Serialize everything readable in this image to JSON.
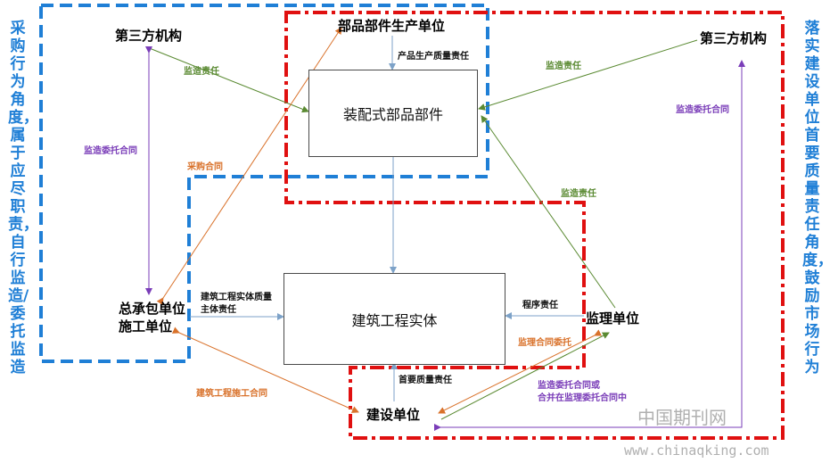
{
  "side_left": "采购行为角度，属于应尽职责，自行监造/委托监造",
  "side_right": "落实建设单位首要质量责任角度，鼓励市场行为",
  "nodes": {
    "third_left": "第三方机构",
    "third_right": "第三方机构",
    "producer": "部品部件生产单位",
    "prefab": "装配式部品部件",
    "contractor_l1": "总承包单位",
    "contractor_l2": "施工单位",
    "entity": "建筑工程实体",
    "supervisor": "监理单位",
    "owner": "建设单位"
  },
  "edges": {
    "supervise_left": "监造责任",
    "entrust_left": "监造委托合同",
    "purchase": "采购合同",
    "product_quality": "产品生产质量责任",
    "supervise_right": "监造责任",
    "entrust_right": "监造委托合同",
    "supervise_mid": "监造责任",
    "entity_main_1": "建筑工程实体质量",
    "entity_main_2": "主体责任",
    "program": "程序责任",
    "supervision_contract": "监理合同委托",
    "primary_quality": "首要质量责任",
    "construction_contract": "建筑工程施工合同",
    "merge_1": "监造委托合同或",
    "merge_2": "合并在监理委托合同中"
  },
  "colors": {
    "blue": "#1f7fd6",
    "red": "#e01010",
    "green": "#5a8a32",
    "orange": "#d9722b",
    "purple": "#7a3db8",
    "steel": "#7da2c8"
  },
  "watermark": {
    "cn": "中国期刊网",
    "url": "www.chinaqking.com"
  }
}
